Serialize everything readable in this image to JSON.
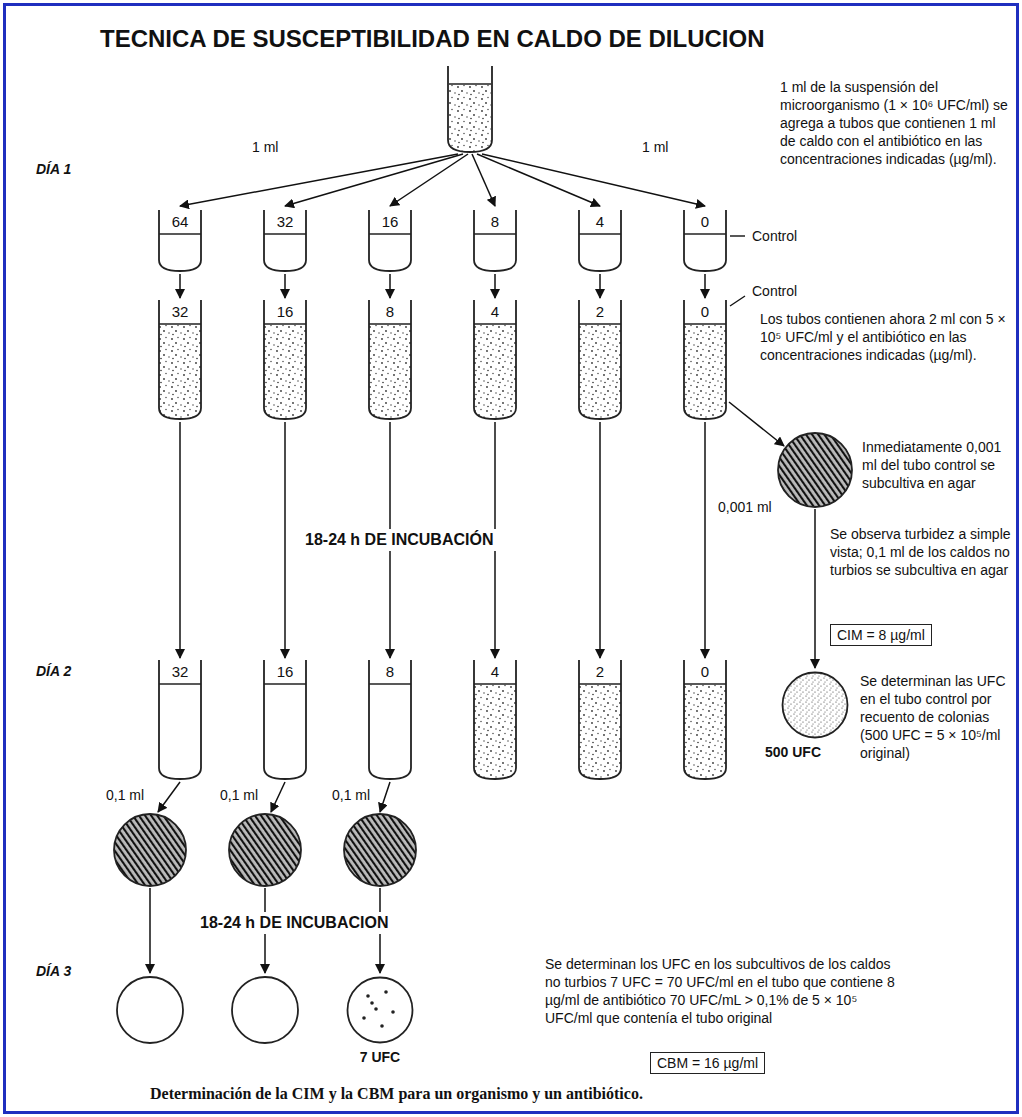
{
  "diagram": {
    "title": "TECNICA DE SUSCEPTIBILIDAD EN CALDO DE DILUCION",
    "caption": "Determinación de la CIM y la CBM para un organismo y un antibiótico.",
    "nodes": [
      {
        "text": [
          "64"
        ]
      },
      {
        "text": [
          "32"
        ]
      },
      {
        "text": [
          "16"
        ]
      },
      {
        "text": [
          "8"
        ]
      },
      {
        "text": [
          "4"
        ]
      },
      {
        "text": [
          "0"
        ]
      },
      {
        "text": [
          "32"
        ]
      },
      {
        "text": [
          "16"
        ]
      },
      {
        "text": [
          "8"
        ]
      },
      {
        "text": [
          "4"
        ]
      },
      {
        "text": [
          "2"
        ]
      },
      {
        "text": [
          "0"
        ]
      },
      {
        "text": [
          "32"
        ]
      },
      {
        "text": [
          "16"
        ]
      },
      {
        "text": [
          "8"
        ]
      },
      {
        "text": [
          "4"
        ]
      },
      {
        "text": [
          "2"
        ]
      },
      {
        "text": [
          "0"
        ]
      },
      {
        "text": [
          "500 UFC"
        ]
      },
      {
        "text": [
          "7 UFC"
        ]
      }
    ],
    "edges": [
      {
        "from": 0,
        "to": 6,
        "arrow": "to"
      },
      {
        "from": 1,
        "to": 7,
        "arrow": "to"
      },
      {
        "from": 2,
        "to": 8,
        "arrow": "to"
      },
      {
        "from": 3,
        "to": 9,
        "arrow": "to"
      },
      {
        "from": 4,
        "to": 10,
        "arrow": "to"
      },
      {
        "from": 5,
        "to": 11,
        "arrow": "to"
      },
      {
        "from": 6,
        "to": 12,
        "arrow": "to"
      },
      {
        "from": 7,
        "to": 13,
        "arrow": "to"
      },
      {
        "from": 8,
        "to": 14,
        "arrow": "to"
      },
      {
        "from": 9,
        "to": 15,
        "arrow": "to"
      },
      {
        "from": 10,
        "to": 16,
        "arrow": "to"
      },
      {
        "from": 11,
        "to": 17,
        "arrow": "to"
      }
    ],
    "labels": [
      "DÍA 1",
      "1 ml",
      "1 ml",
      "1 ml de la suspensión del microorganismo (1 × 10⁶ UFC/ml) se agrega a tubos que contienen 1 ml de caldo con el antibiótico en las concentraciones indicadas (µg/ml).",
      "Control",
      "Control",
      "Los tubos contienen ahora 2 ml con 5 × 10⁵ UFC/ml y el antibiótico en las concentraciones indicadas (µg/ml).",
      "0,001 ml",
      "Inmediatamente 0,001 ml del tubo control se subcultiva en agar",
      "18-24 h DE INCUBACIÓN",
      "Se observa turbidez a simple vista; 0,1 ml de los caldos no turbios se subcultiva en agar",
      "CIM = 8 µg/ml",
      "DÍA 2",
      "Se determinan las UFC en el tubo control por recuento de colonias (500 UFC = 5 × 10⁵/ml original)",
      "0,1 ml",
      "0,1 ml",
      "0,1 ml",
      "18-24 h DE INCUBACION",
      "DÍA 3",
      "Se determinan los UFC en los subcultivos de los caldos no turbios 7 UFC = 70 UFC/ml en el tubo que contiene 8 µg/ml de antibiótico 70 UFC/mL > 0,1% de 5 × 10⁵ UFC/ml que contenía el tubo original",
      "CBM = 16 µg/ml"
    ]
  }
}
